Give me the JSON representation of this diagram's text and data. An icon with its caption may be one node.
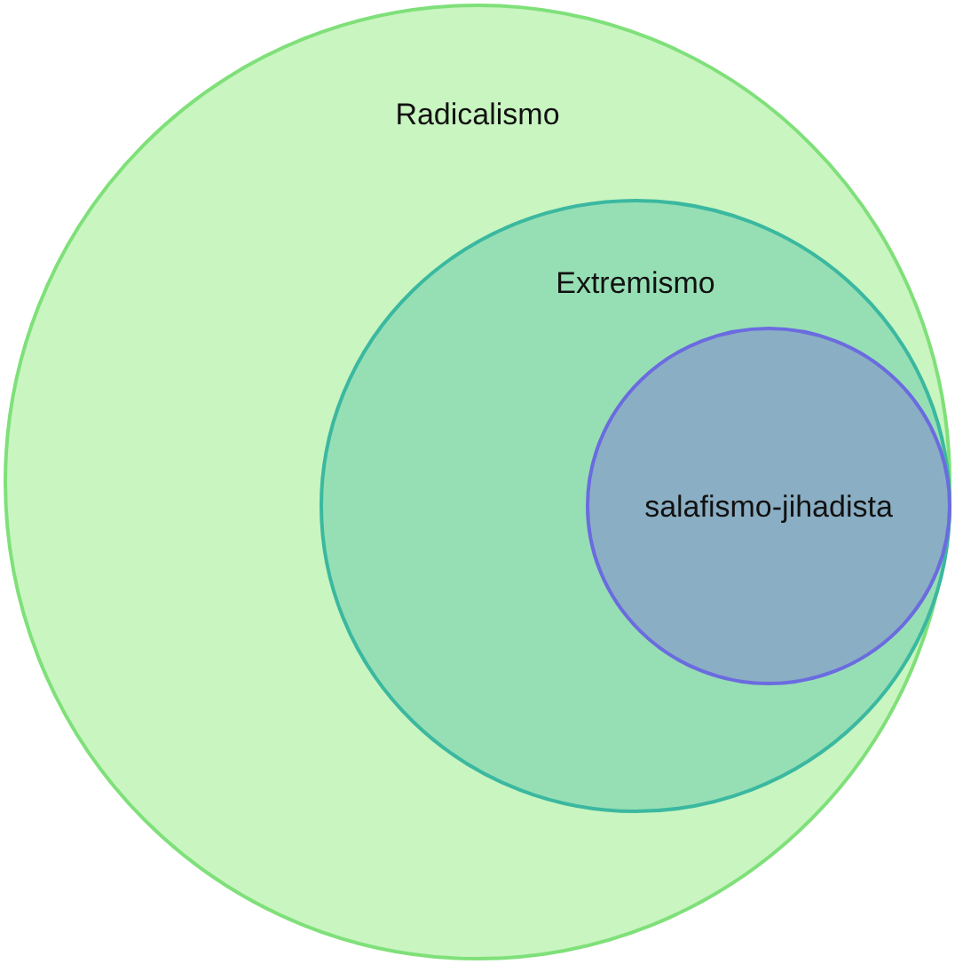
{
  "diagram": {
    "nodes": [
      {
        "text": [
          "Radicalismo"
        ]
      },
      {
        "text": [
          "Extremismo"
        ],
        "in": 0
      },
      {
        "text": [
          "salafismo-jihadista"
        ],
        "in": 1
      }
    ]
  }
}
